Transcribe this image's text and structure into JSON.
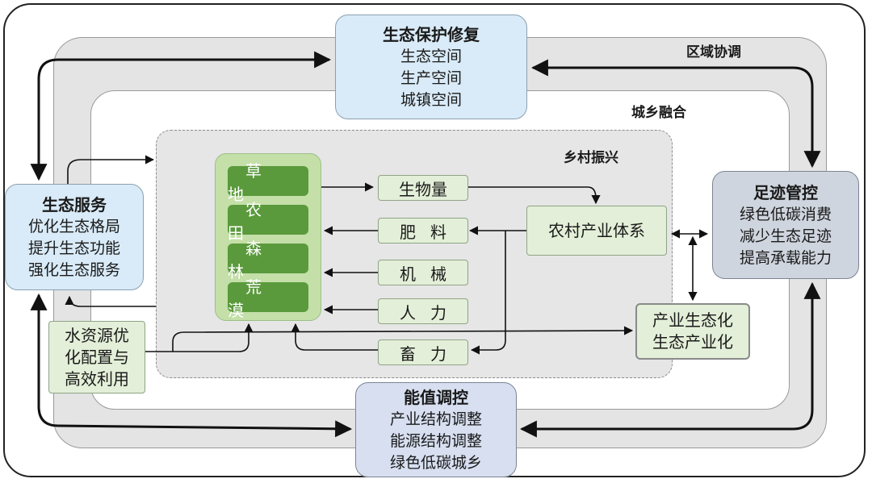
{
  "zones": {
    "regional": "区域协调",
    "urban_rural": "城乡融合",
    "rural": "乡村振兴"
  },
  "eco_protect": {
    "title": "生态保护修复",
    "lines": [
      "生态空间",
      "生产空间",
      "城镇空间"
    ]
  },
  "eco_service": {
    "title": "生态服务",
    "lines": [
      "优化生态格局",
      "提升生态功能",
      "强化生态服务"
    ]
  },
  "footprint": {
    "title": "足迹管控",
    "lines": [
      "绿色低碳消费",
      "减少生态足迹",
      "提高承载能力"
    ]
  },
  "energy": {
    "title": "能值调控",
    "lines": [
      "产业结构调整",
      "能源结构调整",
      "绿色低碳城乡"
    ]
  },
  "water": {
    "lines": [
      "水资源优",
      "化配置与",
      "高效利用"
    ]
  },
  "land": [
    "草地",
    "农田",
    "森林",
    "荒漠"
  ],
  "inputs": {
    "biomass": "生物量",
    "fertilizer": "肥料",
    "machinery": "机械",
    "labor": "人力",
    "animal": "畜力"
  },
  "industry_system": "农村产业体系",
  "eco_industry": {
    "lines": [
      "产业生态化",
      "生态产业化"
    ]
  }
}
